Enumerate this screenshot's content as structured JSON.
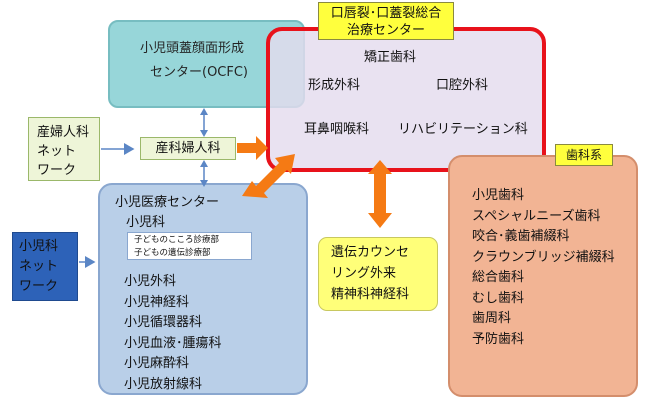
{
  "ocfc": {
    "line1": "小児頭蓋顔面形成",
    "line2": "センター(OCFC)"
  },
  "cleft_center": {
    "title_line1": "口唇裂･口蓋裂総合",
    "title_line2": "治療センター",
    "depts": {
      "orthodontics": "矯正歯科",
      "plastic_surgery": "形成外科",
      "oral_surgery": "口腔外科",
      "ent": "耳鼻咽喉科",
      "rehab": "リハビリテーション科"
    }
  },
  "obstetrics_network": {
    "line1": "産婦人科",
    "line2": "ネット",
    "line3": "ワーク"
  },
  "obstetrics": "産科婦人科",
  "pediatric_center": {
    "title": "小児医療センター",
    "pediatrics": "小児科",
    "sub1": "子どものこころ診療部",
    "sub2": "子どもの遺伝診療部",
    "depts": [
      "小児外科",
      "小児神経科",
      "小児循環器科",
      "小児血液･腫瘍科",
      "小児麻酔科",
      "小児放射線科"
    ]
  },
  "pediatric_network": {
    "line1": "小児科",
    "line2": "ネット",
    "line3": "ワーク"
  },
  "genetics": {
    "line1": "遺伝カウンセ",
    "line2": "リング外来",
    "line3": "精神科神経科"
  },
  "dental": {
    "title": "歯科系",
    "items": [
      "小児歯科",
      "スペシャルニーズ歯科",
      "咬合･義歯補綴科",
      "クラウンブリッジ補綴科",
      "総合歯科",
      "むし歯科",
      "歯周科",
      "予防歯科"
    ]
  },
  "colors": {
    "accent_red": "#e8121b",
    "arrow_orange": "#f57a14",
    "connector_blue": "#5b86c5",
    "title_yellow": "#ffff3d"
  }
}
